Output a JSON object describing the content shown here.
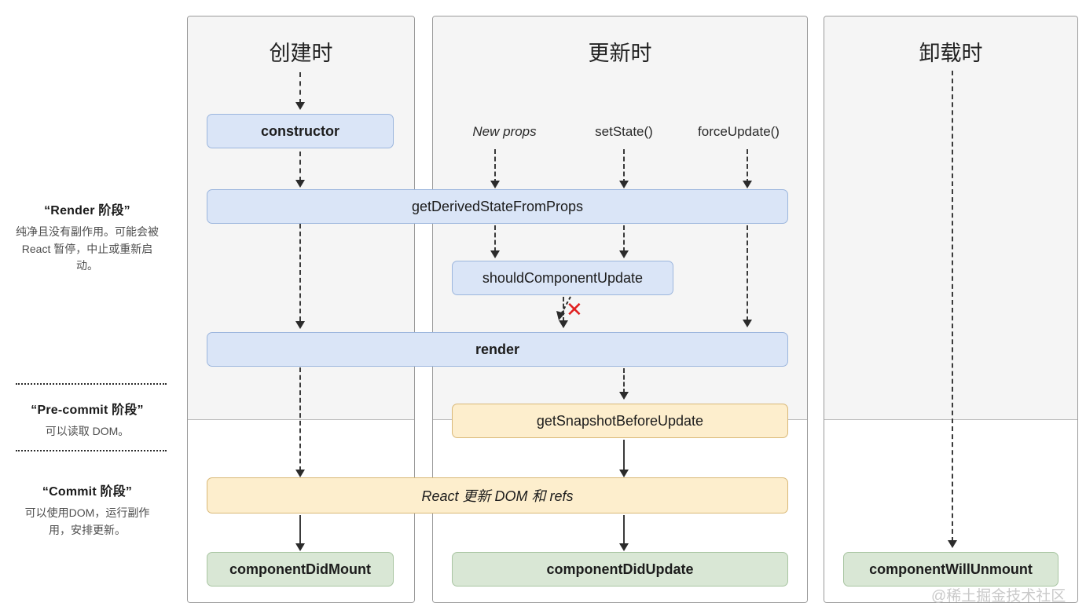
{
  "columns": [
    {
      "title": "创建时"
    },
    {
      "title": "更新时"
    },
    {
      "title": "卸载时"
    }
  ],
  "phases": [
    {
      "title": "“Render 阶段”",
      "desc": "纯净且没有副作用。可能会被 React 暂停，中止或重新启动。"
    },
    {
      "title": "“Pre-commit 阶段”",
      "desc": "可以读取 DOM。"
    },
    {
      "title": "“Commit 阶段”",
      "desc": "可以使用DOM，运行副作用，安排更新。"
    }
  ],
  "triggers": [
    {
      "label": "New props"
    },
    {
      "label": "setState()"
    },
    {
      "label": "forceUpdate()"
    }
  ],
  "nodes": {
    "constructor": "constructor",
    "get_derived_state_from_props": "getDerivedStateFromProps",
    "should_component_update": "shouldComponentUpdate",
    "render": "render",
    "get_snapshot_before_update": "getSnapshotBeforeUpdate",
    "react_updates": "React 更新 DOM 和 refs",
    "component_did_mount": "componentDidMount",
    "component_did_update": "componentDidUpdate",
    "component_will_unmount": "componentWillUnmount"
  },
  "markers": {
    "skip_update": "✕"
  },
  "watermark": "@稀土掘金技术社区",
  "colors": {
    "blue_fill": "#dae5f7",
    "blue_border": "#9cb6dd",
    "yellow_fill": "#fdeecd",
    "yellow_border": "#d9b877",
    "green_fill": "#d9e7d5",
    "green_border": "#a9c5a2",
    "panel_gray": "#f5f5f5",
    "panel_border": "#9a9a9a",
    "x_red": "#e02020"
  }
}
